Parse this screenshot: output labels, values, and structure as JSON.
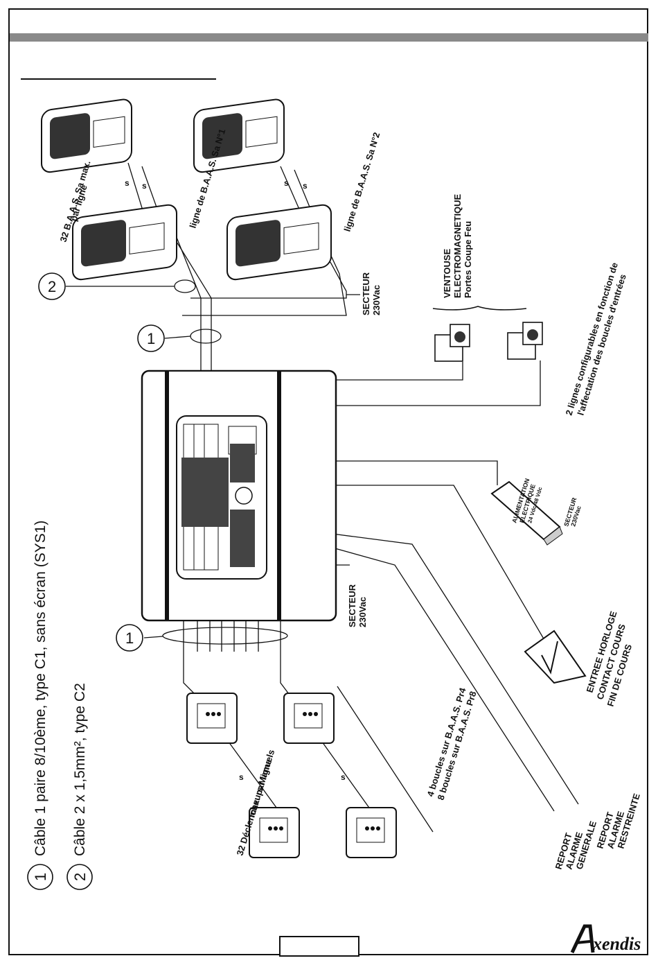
{
  "legend": {
    "cable1": {
      "number": "1",
      "text": "Câble 1 paire 8/10ème, type C1, sans écran (SYS1)"
    },
    "cable2": {
      "number": "2",
      "text": "Câble 2 x 1,5mm², type C2"
    }
  },
  "labels": {
    "baas_max": "32 B.A.A.S. Sa max.",
    "baas_max_sub": "par ligne",
    "baas_line1": "ligne de B.A.A.S. Sa N°1",
    "baas_line2": "ligne de B.A.A.S. Sa N°2",
    "secteur": "SECTEUR",
    "v230": "230Vac",
    "ventouse1": "VENTOUSE",
    "ventouse2": "ELECTROMAGNETIQUE",
    "ventouse3": "Portes Coupe Feu",
    "config1": "2 lignes configurables en fonction de",
    "config2": "l'affectation des boucles d'entrées",
    "alim1": "ALIMENTATION",
    "alim2": "ELECTRIQUE",
    "alim3": "24 Vdc 48 Vdc",
    "horloge1": "ENTREE HORLOGE",
    "horloge2": "CONTACT COURS",
    "horloge3": "FIN DE COURS",
    "report_gen1": "REPORT",
    "report_gen2": "ALARME",
    "report_gen3": "GENERALE",
    "report_res1": "REPORT",
    "report_res2": "ALARME",
    "report_res3": "RESTREINTE",
    "declencheurs1": "32 Déclencheurs Manuels",
    "declencheurs2": "max. par ligne",
    "boucles1": "4 boucles sur B.A.A.S. Pr4",
    "boucles2": "8 boucles sur B.A.A.S. Pr8"
  },
  "logo": {
    "text": "Axendis"
  },
  "colors": {
    "line": "#111111",
    "bar": "#8a8a8a",
    "device": "#333333"
  }
}
